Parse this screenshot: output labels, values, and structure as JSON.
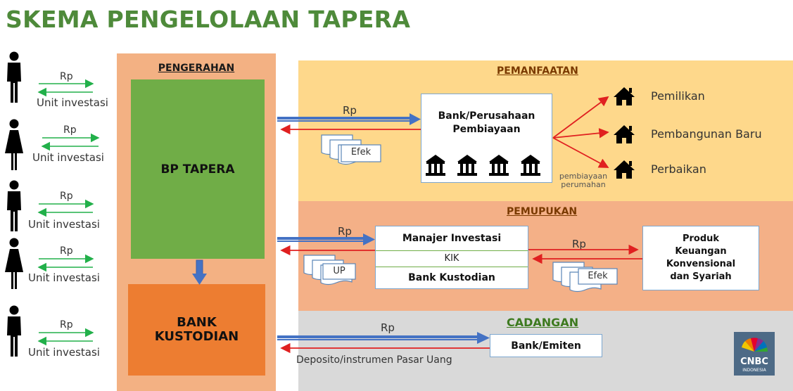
{
  "title": "SKEMA PENGELOLAAN TAPERA",
  "people": {
    "rp": "Rp",
    "unit": "Unit investasi",
    "genders": [
      "male",
      "female",
      "male",
      "female",
      "male"
    ]
  },
  "pengerahan": {
    "title": "PENGERAHAN",
    "bp_tapera": "BP TAPERA",
    "bank_kustodian": "BANK KUSTODIAN"
  },
  "pemanfaatan": {
    "title": "PEMANFAATAN",
    "rp": "Rp",
    "bank_box": "Bank/Perusahaan Pembiayaan",
    "efek": "Efek",
    "outputs": [
      "Pemilikan",
      "Pembangunan Baru",
      "Perbaikan"
    ],
    "note": "pembiayaan perumahan"
  },
  "pemupukan": {
    "title": "PEMUPUKAN",
    "rp_left": "Rp",
    "manajer": "Manajer Investasi",
    "kik": "KIK",
    "bank_kustodian": "Bank Kustodian",
    "up": "UP",
    "rp_right": "Rp",
    "efek": "Efek",
    "produk": "Produk Keuangan Konvensional dan Syariah"
  },
  "cadangan": {
    "title": "CADANGAN",
    "rp": "Rp",
    "bank_emiten": "Bank/Emiten",
    "deposito": "Deposito/instrumen Pasar Uang"
  },
  "logo": {
    "text": "CNBC",
    "sub": "INDONESIA"
  },
  "colors": {
    "title": "#4e8a3a",
    "pengerahan_bg": "#f3b183",
    "bp_tapera": "#70ad47",
    "bank_kustodian": "#ed7d31",
    "pemanfaatan_bg": "#fed88b",
    "pemupukan_bg": "#f4b087",
    "cadangan_bg": "#d9d9d9",
    "green_arrow": "#22b04a",
    "blue_arrow": "#4472c4",
    "red_arrow": "#e02020",
    "section_title": "#7a3a00",
    "cadangan_title": "#3d7a1f"
  }
}
